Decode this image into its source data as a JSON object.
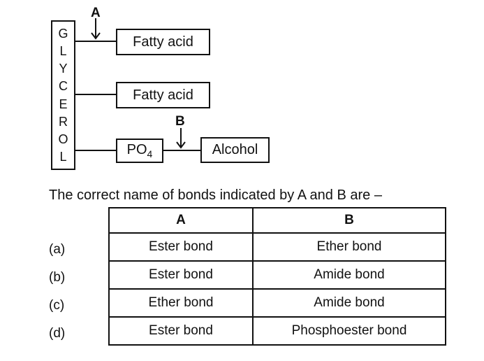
{
  "diagram": {
    "glycerol_letters": [
      "G",
      "L",
      "Y",
      "C",
      "E",
      "R",
      "O",
      "L"
    ],
    "marker_a": "A",
    "marker_b": "B",
    "fatty_acid_1": "Fatty acid",
    "fatty_acid_2": "Fatty acid",
    "po4_base": "PO",
    "po4_sub": "4",
    "alcohol": "Alcohol"
  },
  "question": "The correct name of bonds indicated by A and B are –",
  "table": {
    "headers": [
      "A",
      "B"
    ],
    "rows": [
      {
        "label": "(a)",
        "a": "Ester bond",
        "b": "Ether bond"
      },
      {
        "label": "(b)",
        "a": "Ester bond",
        "b": "Amide bond"
      },
      {
        "label": "(c)",
        "a": "Ether bond",
        "b": "Amide bond"
      },
      {
        "label": "(d)",
        "a": "Ester bond",
        "b": "Phosphoester bond"
      }
    ]
  }
}
